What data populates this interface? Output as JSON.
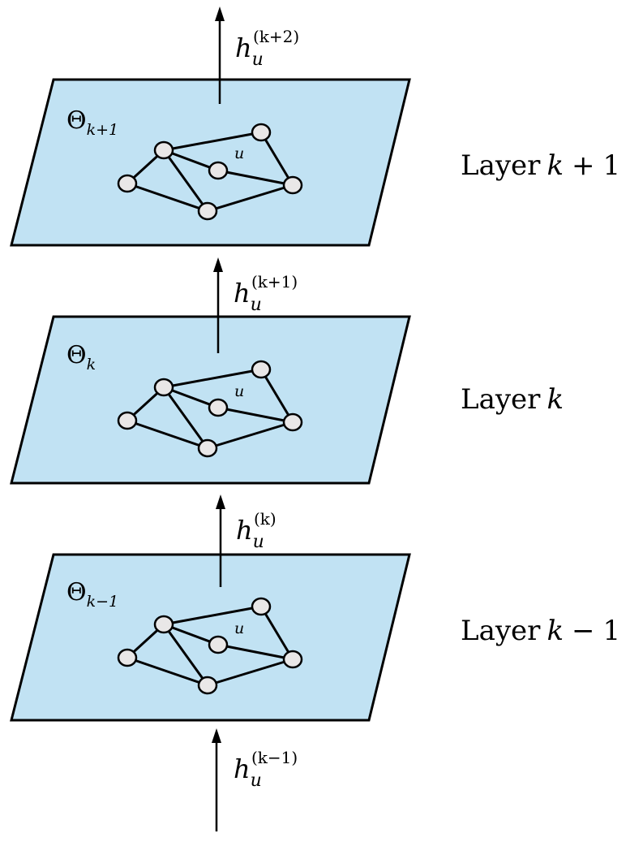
{
  "layers": [
    {
      "id": "top",
      "layer_label": "Layer",
      "layer_var": "k",
      "layer_op": "+",
      "layer_num": "1",
      "theta_base": "Θ",
      "theta_sub": "k+1",
      "node_label": "u"
    },
    {
      "id": "middle",
      "layer_label": "Layer",
      "layer_var": "k",
      "layer_op": "",
      "layer_num": "",
      "theta_base": "Θ",
      "theta_sub": "k",
      "node_label": "u"
    },
    {
      "id": "bottom",
      "layer_label": "Layer",
      "layer_var": "k",
      "layer_op": "−",
      "layer_num": "1",
      "theta_base": "Θ",
      "theta_sub": "k−1",
      "node_label": "u"
    }
  ],
  "arrows": [
    {
      "id": "h-k-plus-2",
      "base": "h",
      "sub": "u",
      "sup": "(k+2)"
    },
    {
      "id": "h-k-plus-1",
      "base": "h",
      "sub": "u",
      "sup": "(k+1)"
    },
    {
      "id": "h-k",
      "base": "h",
      "sub": "u",
      "sup": "(k)"
    },
    {
      "id": "h-k-minus-1",
      "base": "h",
      "sub": "u",
      "sup": "(k−1)"
    }
  ],
  "colors": {
    "plane_fill": "#c1e2f3",
    "node_fill": "#e9e7e7",
    "stroke": "#000000"
  }
}
